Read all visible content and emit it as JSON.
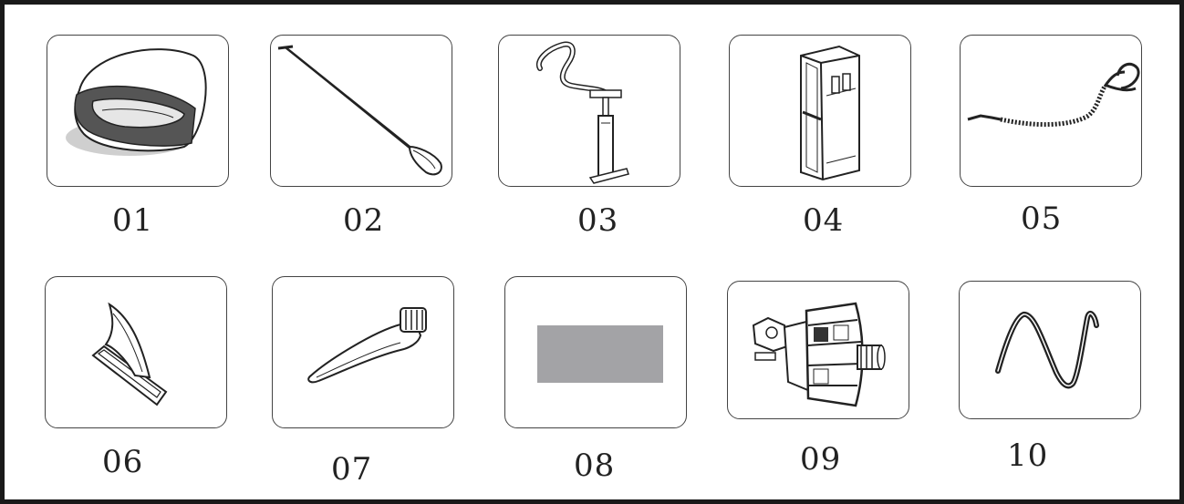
{
  "items": [
    {
      "number": "01",
      "icon": "board-bag-icon"
    },
    {
      "number": "02",
      "icon": "paddle-icon"
    },
    {
      "number": "03",
      "icon": "hand-pump-icon"
    },
    {
      "number": "04",
      "icon": "backpack-icon"
    },
    {
      "number": "05",
      "icon": "coil-leash-icon"
    },
    {
      "number": "06",
      "icon": "fin-icon"
    },
    {
      "number": "07",
      "icon": "valve-wrench-icon"
    },
    {
      "number": "08",
      "icon": "gray-placeholder-icon"
    },
    {
      "number": "09",
      "icon": "valve-adapter-icon"
    },
    {
      "number": "10",
      "icon": "strap-icon"
    }
  ],
  "colors": {
    "frame": "#1a1a1a",
    "line": "#222222",
    "gray_fill": "#a3a3a6",
    "shadow": "#cfcfcf"
  }
}
